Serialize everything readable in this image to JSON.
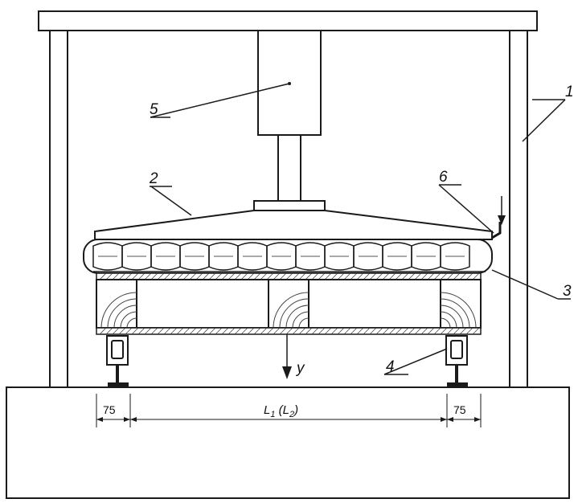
{
  "callouts": {
    "frame": "1",
    "pad": "2",
    "mattress": "3",
    "support": "4",
    "actuator": "5",
    "probe": "6"
  },
  "deflection_label": "y",
  "dimensions": {
    "left_edge": "75",
    "span": "L",
    "span_sub1": "1",
    "span_mid": " (L",
    "span_sub2": "2",
    "span_close": ")",
    "right_edge": "75"
  },
  "colors": {
    "line": "#1a1a1a",
    "fill": "#ffffff",
    "hatch": "#444444"
  }
}
